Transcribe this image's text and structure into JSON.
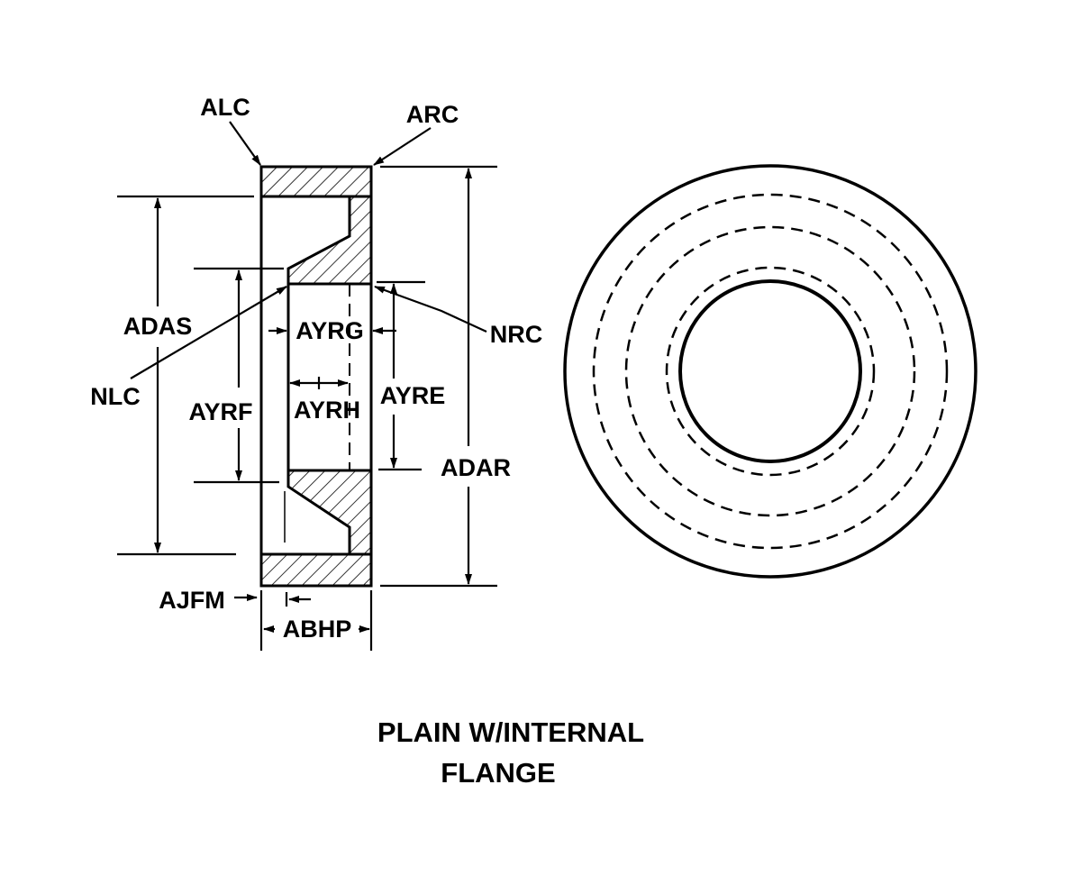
{
  "labels": {
    "alc": "ALC",
    "arc": "ARC",
    "adas": "ADAS",
    "nlc": "NLC",
    "ayrg": "AYRG",
    "nrc": "NRC",
    "ayrf": "AYRF",
    "ayrh": "AYRH",
    "ayre": "AYRE",
    "adar": "ADAR",
    "ajfm": "AJFM",
    "abhp": "ABHP"
  },
  "title": {
    "line1": "PLAIN W/INTERNAL",
    "line2": "FLANGE"
  }
}
